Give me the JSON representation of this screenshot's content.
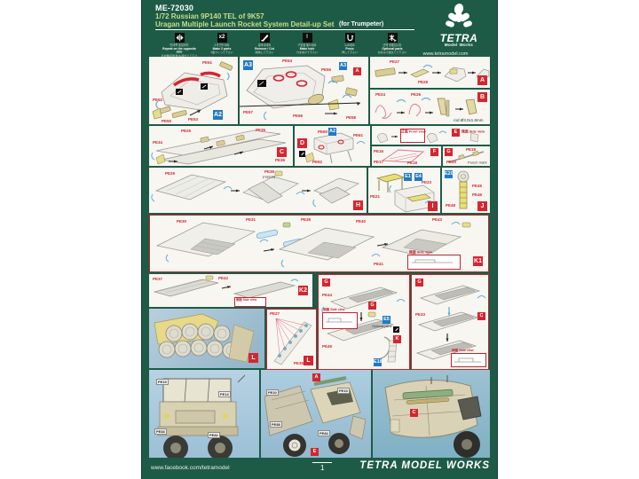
{
  "header": {
    "code": "ME-72030",
    "title1": "1/72 Russian 9P140 TEL of 9K57",
    "title2": "Uragan Multiple Launch Rocket System Detail-up Set",
    "for_note": "(for  Trumpeter)",
    "brand": "TETRA",
    "brand_sub": "Model Works",
    "website": "www.tetramodel.com"
  },
  "legend": [
    {
      "ko": "반대쪽 동일위치",
      "en": "Repeat on the opposite side",
      "ja": "反対側(同位置)も組立てて下さい"
    },
    {
      "glyph": "x2",
      "ko": "2개 만드세요",
      "en": "Make 2 parts",
      "ja": "2個つくって下さい"
    },
    {
      "ko": "잘라내세요",
      "en": "Remove / Cut",
      "ja": "削除して下さい"
    },
    {
      "glyph": "!",
      "ko": "구멍을 뚫으세요",
      "en": "Make hole",
      "ja": "穴をあけて下さい"
    },
    {
      "ko": "누르세요",
      "en": "Press",
      "ja": "押して下さい"
    },
    {
      "ko": "선택 부품입니다",
      "en": "Optional parts",
      "ja": "お好みで組立てて下さい"
    }
  ],
  "notes": {
    "front_view": "正面 Front view",
    "side_view": "側面 Side view",
    "rod": "rod Ø3.0x1.8mm",
    "punch": "Punch mark",
    "optional": "Optional parts",
    "repeat": "(repeat)"
  },
  "panels": {
    "a2": {
      "label": "A2",
      "pe": [
        "PE51",
        "PE52",
        "PE53",
        "PE50"
      ]
    },
    "a3": {
      "label": "A3",
      "label_a": "A",
      "pe": [
        "PE54",
        "PE55",
        "PE56",
        "PE57",
        "PE58"
      ]
    },
    "a": {
      "label": "A",
      "pe": [
        "PE27",
        "PE28"
      ]
    },
    "b": {
      "label": "B",
      "pe": [
        "PE24",
        "PE26"
      ]
    },
    "c": {
      "label": "C",
      "pe": [
        "PE25",
        "PE34",
        "PE35",
        "PE36"
      ]
    },
    "d": {
      "label": "D",
      "sprue": "A2",
      "pe": [
        "PE60",
        "PE61",
        "PE62"
      ]
    },
    "e": {
      "label": "E"
    },
    "f": {
      "label": "F",
      "pe": [
        "PE16",
        "PE17",
        "PE18"
      ]
    },
    "g": {
      "label": "G",
      "pe": [
        "PE19",
        "PE20"
      ]
    },
    "h": {
      "label": "H",
      "pe": [
        "PE29",
        "PE39"
      ]
    },
    "i": {
      "label": "I",
      "sprue1": "E1",
      "sprue2": "E4",
      "pe": [
        "PE21",
        "PE23"
      ]
    },
    "j": {
      "label": "J",
      "sprue": "E20",
      "pe": [
        "PE45",
        "PE46",
        "PE48"
      ]
    },
    "k1": {
      "label": "K1",
      "pe": [
        "PE30",
        "PE31",
        "PE38",
        "PE40",
        "PE41",
        "PE43"
      ]
    },
    "k2": {
      "label": "K2",
      "pe": [
        "PE37",
        "PE42"
      ]
    },
    "l_photo": {
      "label": "L"
    },
    "l_diag": {
      "label": "L",
      "pe": [
        "PE27",
        "PE35"
      ]
    },
    "mid": {
      "label_g1": "G",
      "label_g2": "G",
      "label_k": "K",
      "sprue1": "E5",
      "sprue2": "E18",
      "pe": [
        "PE44",
        "PE49"
      ]
    },
    "right": {
      "label_g": "G",
      "label_c": "C",
      "pe": [
        "PE33"
      ]
    }
  },
  "photos": {
    "p1": {
      "tags": [
        "PE15",
        "PE13",
        "PE83",
        "PE82"
      ]
    },
    "p2": {
      "label_top": "A",
      "label_bottom": "E",
      "tags": [
        "PE20",
        "PE15",
        "PE88",
        "PE84"
      ]
    },
    "p3": {
      "label": "C"
    }
  },
  "footer": {
    "facebook": "www.facebook.com/tetramodel",
    "page": "1",
    "brand": "TETRA MODEL WORKS"
  }
}
